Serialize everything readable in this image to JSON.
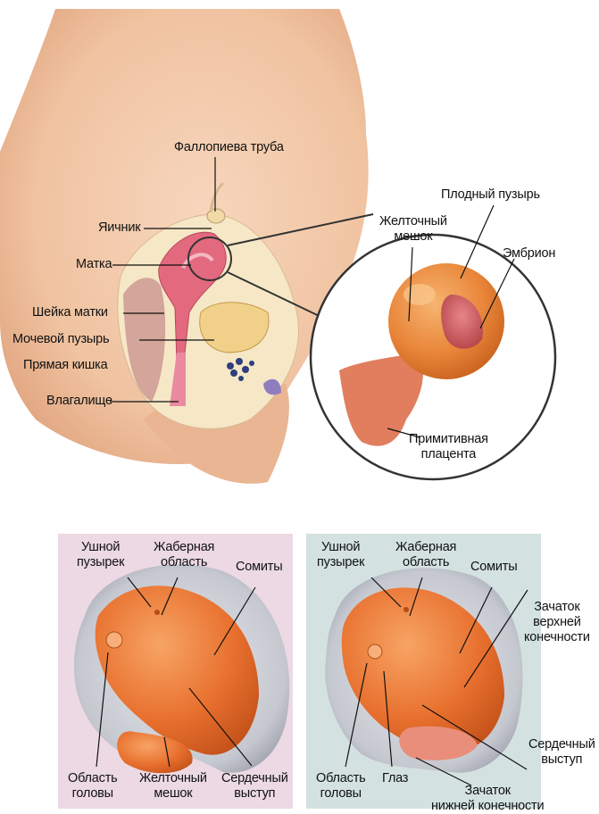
{
  "top": {
    "labels": {
      "fallopian_tube": "Фаллопиева труба",
      "ovary": "Яичник",
      "uterus": "Матка",
      "cervix": "Шейка матки",
      "bladder": "Мочевой пузырь",
      "rectum": "Прямая кишка",
      "vagina": "Влагалище",
      "amniotic_sac": "Плодный пузырь",
      "yolk_sac": [
        "Желточный",
        "мешок"
      ],
      "embryo": "Эмбрион",
      "primitive_placenta": [
        "Примитивная",
        "плацента"
      ]
    }
  },
  "left_panel": {
    "labels": {
      "ear_vesicle": [
        "Ушной",
        "пузырек"
      ],
      "gill_region": [
        "Жаберная",
        "область"
      ],
      "somites": "Сомиты",
      "head_region": [
        "Область",
        "головы"
      ],
      "yolk_sac": [
        "Желточный",
        "мешок"
      ],
      "heart_bulge": [
        "Сердечный",
        "выступ"
      ]
    }
  },
  "right_panel": {
    "labels": {
      "ear_vesicle": [
        "Ушной",
        "пузырек"
      ],
      "gill_region": [
        "Жаберная",
        "область"
      ],
      "somites": "Сомиты",
      "upper_limb_bud": [
        "Зачаток",
        "верхней",
        "конечности"
      ],
      "heart_bulge": [
        "Сердечный",
        "выступ"
      ],
      "head_region": [
        "Область",
        "головы"
      ],
      "eye": "Глаз",
      "lower_limb_bud": [
        "Зачаток",
        "нижней конечности"
      ]
    }
  },
  "colors": {
    "skin": "#f3c8a6",
    "uterus": "#e2697e",
    "embryo": "#e8702e",
    "left_panel_bg": "#ecd9e4",
    "right_panel_bg": "#d3e2e1",
    "amnion": "#c9cbd2"
  }
}
